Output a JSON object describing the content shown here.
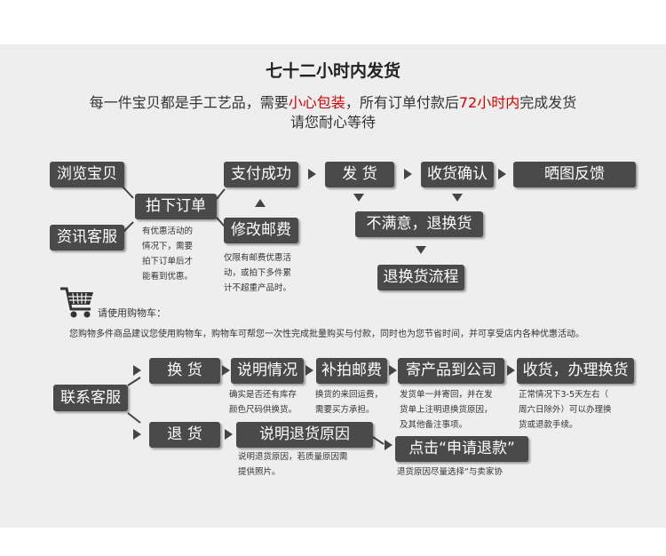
{
  "title": "七十二小时内发货",
  "subtitle": {
    "seg1": "每一件宝贝都是手工艺品，需要",
    "seg2": "小心包装",
    "seg3": "，所有订单付款后",
    "seg4": "72小时内",
    "seg5": "完成发货",
    "line2": "请您耐心等待"
  },
  "colors": {
    "box": "#4a4a4a",
    "panel": "#eeeeee",
    "highlight": "#d40000"
  },
  "flow1": {
    "browse": "浏览宝贝",
    "consult": "资讯客服",
    "order": "拍下订单",
    "pay": "支付成功",
    "ship": "发  货",
    "confirm": "收货确认",
    "review": "晒图反馈",
    "edit_postage": "修改邮费",
    "unsatisfied": "不满意，退换货",
    "return_flow": "退换货流程",
    "order_note": "有优惠活动的\n情况下，需要\n拍下订单后才\n能看到优惠。",
    "postage_note": "仅限有邮费优惠活\n动，或拍下多件累\n计不超重产品时。"
  },
  "cart": {
    "icon": "shopping-cart-icon",
    "label": "请使用购物车：",
    "text": "您购物多件商品建议您使用购物车，购物车可帮您一次性完成批量购买与付款，同时也为您节省时间，并可享受店内各种优惠活动。"
  },
  "flow2": {
    "contact": "联系客服",
    "exchange": "换  货",
    "refund": "退  货",
    "explain": "说明情况",
    "extra_postage": "补拍邮费",
    "send_back": "寄产品到公司",
    "receive": "收货，办理换货",
    "explain_refund": "说明退货原因",
    "apply_refund": "点击“申请退款”",
    "explain_note": "确实是否还有库存\n颜色尺码供换货。",
    "postage_note": "换货的来回运费，\n需要买方承担。",
    "send_note": "发货单一并寄回，并在发\n货单上注明退换货原因，\n及其他备注事项。",
    "receive_note": "正常情况下3-5天左右（\n周六日除外）可以办理换\n货或退款手续。",
    "refund_note": "说明退货原因，若质量原因需\n提供照片。",
    "apply_note": "退货原因尽量选择“与卖家协"
  }
}
